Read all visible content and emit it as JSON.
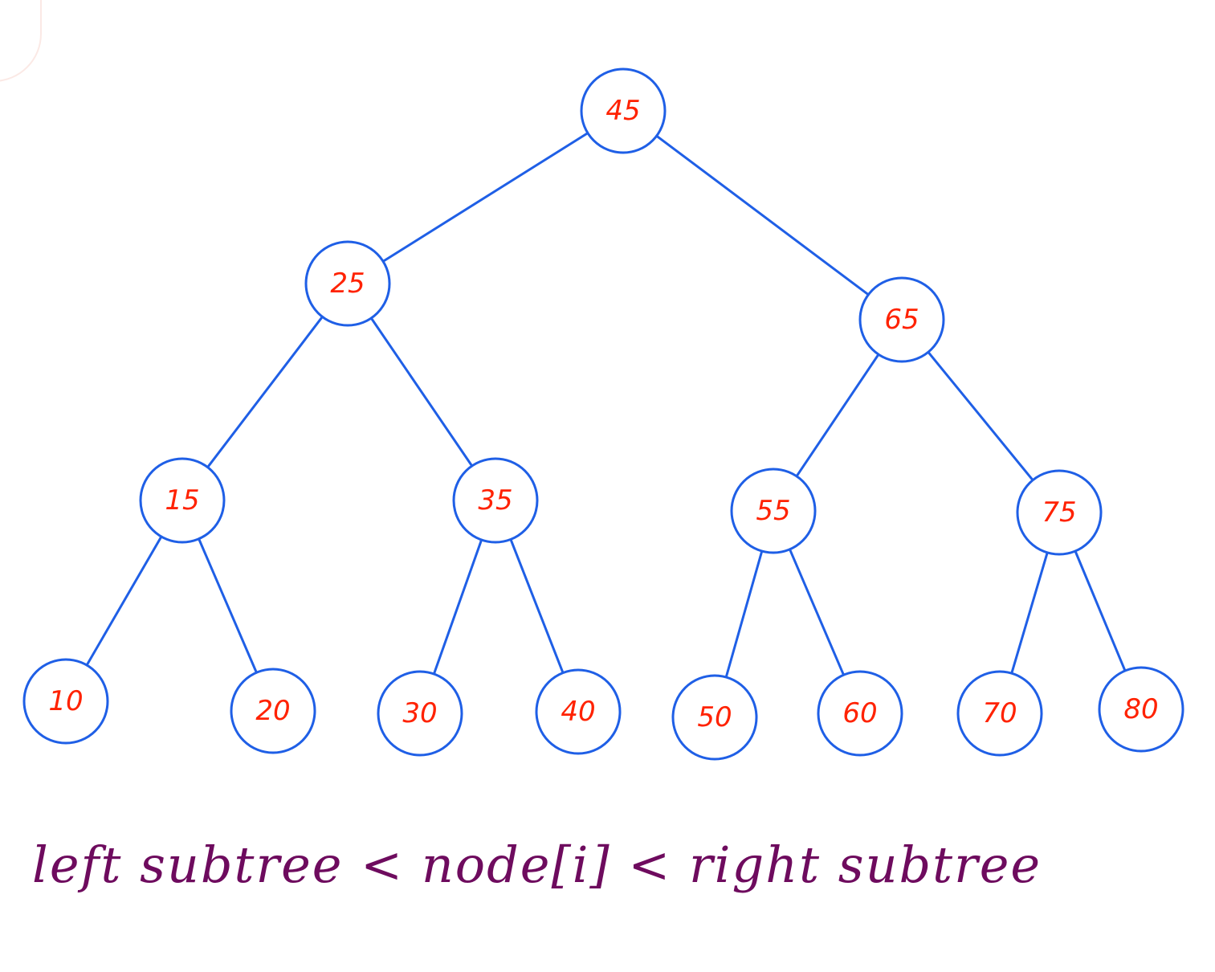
{
  "diagram": {
    "nodes": [
      {
        "id": "n45",
        "label": "45"
      },
      {
        "id": "n25",
        "label": "25"
      },
      {
        "id": "n65",
        "label": "65"
      },
      {
        "id": "n15",
        "label": "15"
      },
      {
        "id": "n35",
        "label": "35"
      },
      {
        "id": "n55",
        "label": "55"
      },
      {
        "id": "n75",
        "label": "75"
      },
      {
        "id": "n10",
        "label": "10"
      },
      {
        "id": "n20",
        "label": "20"
      },
      {
        "id": "n30",
        "label": "30"
      },
      {
        "id": "n40",
        "label": "40"
      },
      {
        "id": "n50",
        "label": "50"
      },
      {
        "id": "n60",
        "label": "60"
      },
      {
        "id": "n70",
        "label": "70"
      },
      {
        "id": "n80",
        "label": "80"
      }
    ],
    "edges": [
      {
        "from": "n45",
        "to": "n25"
      },
      {
        "from": "n45",
        "to": "n65"
      },
      {
        "from": "n25",
        "to": "n15"
      },
      {
        "from": "n25",
        "to": "n35"
      },
      {
        "from": "n65",
        "to": "n55"
      },
      {
        "from": "n65",
        "to": "n75"
      },
      {
        "from": "n15",
        "to": "n10"
      },
      {
        "from": "n15",
        "to": "n20"
      },
      {
        "from": "n35",
        "to": "n30"
      },
      {
        "from": "n35",
        "to": "n40"
      },
      {
        "from": "n55",
        "to": "n50"
      },
      {
        "from": "n55",
        "to": "n60"
      },
      {
        "from": "n75",
        "to": "n70"
      },
      {
        "from": "n75",
        "to": "n80"
      }
    ],
    "caption": "left subtree < node[i] < right subtree",
    "colors": {
      "edge": "#1f5fe6",
      "node_outline": "#1f5fe6",
      "node_label": "#ff2200",
      "caption": "#6e0b5e"
    }
  }
}
